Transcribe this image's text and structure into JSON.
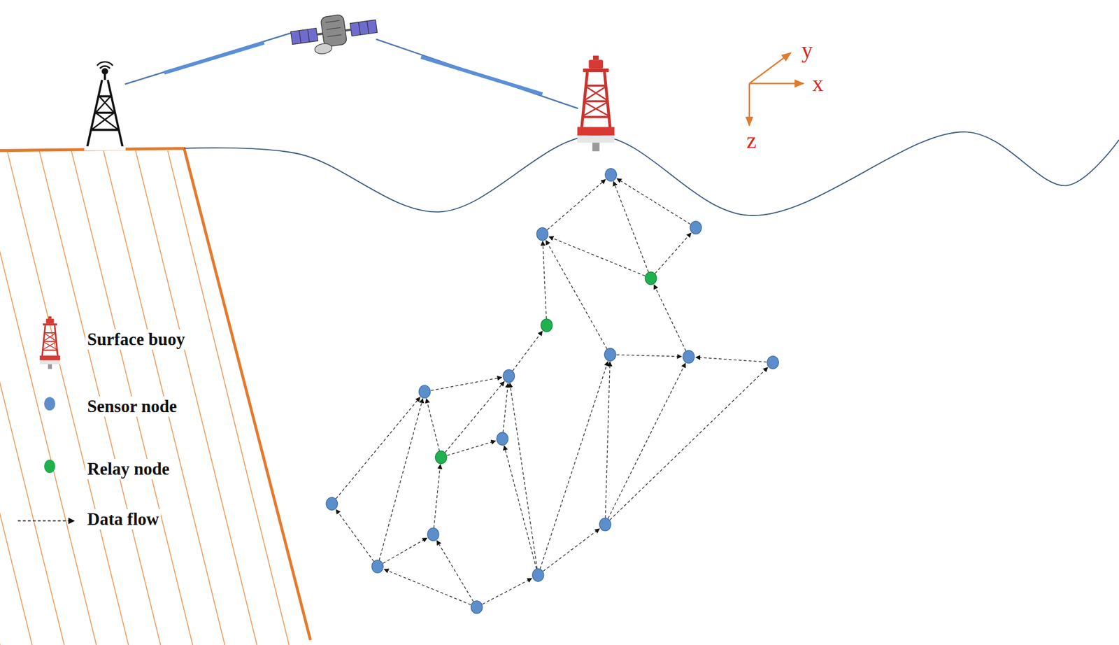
{
  "diagram": {
    "labels": [
      "y",
      "x",
      "z"
    ],
    "legend": [
      {
        "text": "Surface buoy"
      },
      {
        "text": "Sensor node",
        "color": "#5b8ecb"
      },
      {
        "text": "Relay node",
        "color": "#1fb14e"
      },
      {
        "text": "Data flow"
      }
    ]
  }
}
